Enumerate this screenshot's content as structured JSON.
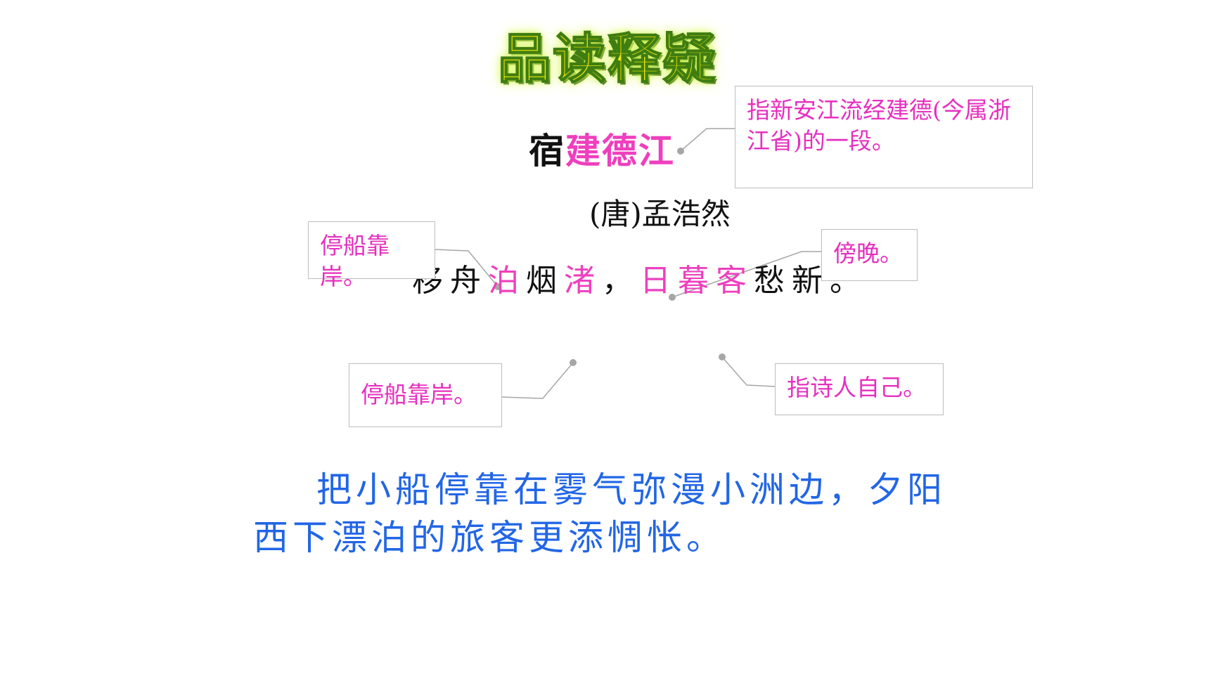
{
  "slide": {
    "heading": "品读释疑",
    "poem": {
      "title_prefix": "宿",
      "title_highlight": "建德江",
      "author": "(唐)孟浩然",
      "line": {
        "part1": "移舟",
        "word_bo": "泊",
        "part2": "烟",
        "word_zhu": "渚",
        "comma": "，",
        "word_rimu": "日暮",
        "word_ke": "客",
        "part3": "愁新。"
      }
    },
    "notes": {
      "jiande_river": "指新安江流经建德(今属浙江省)的一段。",
      "bo_top": "停船靠岸。",
      "rimu": "傍晚。",
      "bo_bottom": "停船靠岸。",
      "ke": "指诗人自己。"
    },
    "translation": "把小船停靠在雾气弥漫小洲边，夕阳西下漂泊的旅客更添惆怅。"
  },
  "colors": {
    "heading": "#f2e700",
    "highlight": "#ee3fbe",
    "note_text": "#e62fbf",
    "translation": "#2266e6"
  }
}
